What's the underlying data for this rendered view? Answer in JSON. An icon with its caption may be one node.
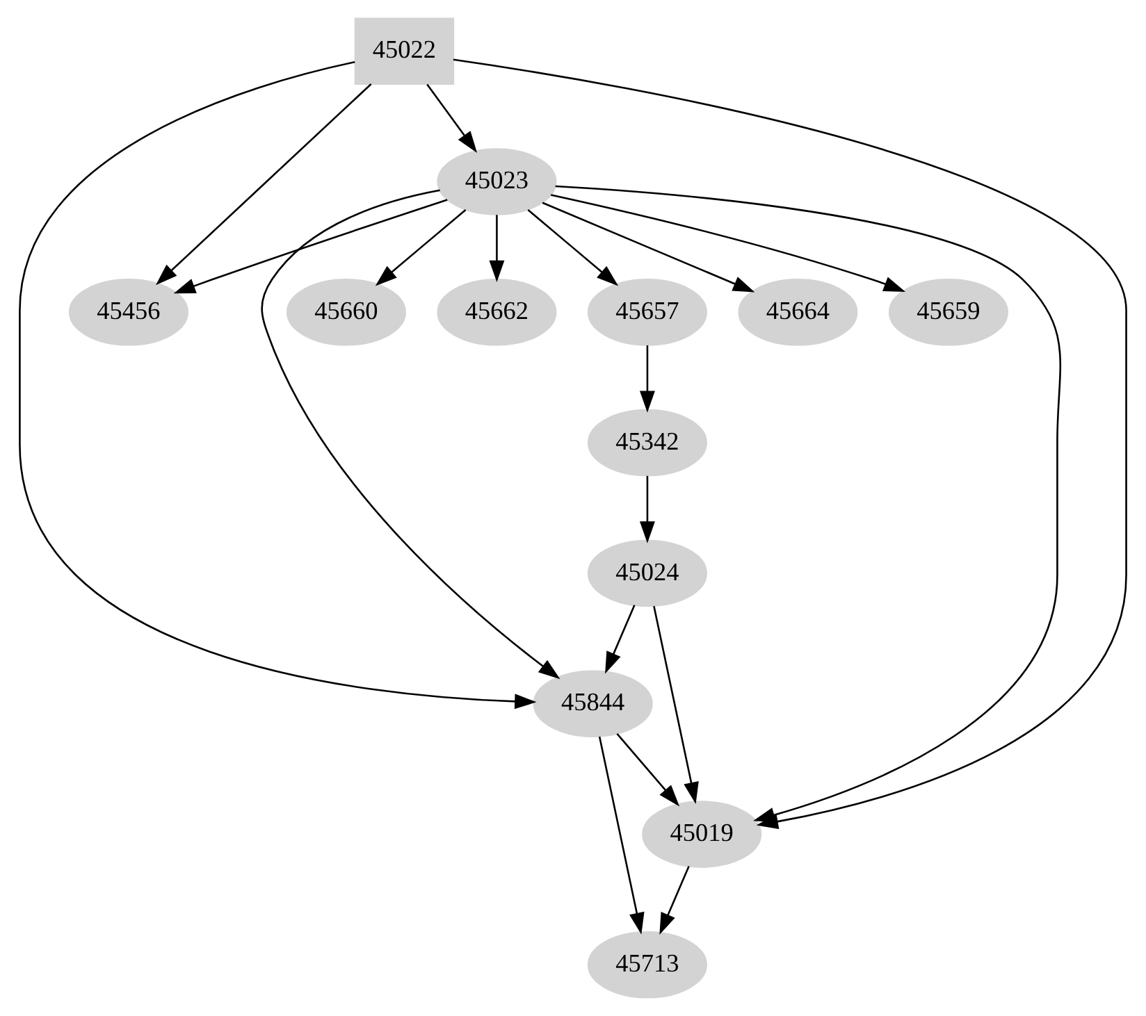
{
  "diagram": {
    "nodes": [
      {
        "text": [
          "45022"
        ]
      },
      {
        "text": [
          "45023"
        ]
      },
      {
        "text": [
          "45456"
        ]
      },
      {
        "text": [
          "45659"
        ]
      },
      {
        "text": [
          "45660"
        ]
      },
      {
        "text": [
          "45662"
        ]
      },
      {
        "text": [
          "45664"
        ]
      },
      {
        "text": [
          "45657"
        ]
      },
      {
        "text": [
          "45342"
        ]
      },
      {
        "text": [
          "45024"
        ]
      },
      {
        "text": [
          "45844"
        ]
      },
      {
        "text": [
          "45019"
        ]
      },
      {
        "text": [
          "45713"
        ]
      }
    ],
    "edges": [
      {
        "from": 0,
        "to": 1,
        "arrow": "to"
      },
      {
        "from": 0,
        "to": 2,
        "arrow": "to"
      },
      {
        "from": 0,
        "to": 11,
        "arrow": "to"
      },
      {
        "from": 0,
        "to": 10,
        "arrow": "to"
      },
      {
        "from": 1,
        "to": 2,
        "arrow": "to"
      },
      {
        "from": 1,
        "to": 3,
        "arrow": "to"
      },
      {
        "from": 1,
        "to": 4,
        "arrow": "to"
      },
      {
        "from": 1,
        "to": 5,
        "arrow": "to"
      },
      {
        "from": 1,
        "to": 6,
        "arrow": "to"
      },
      {
        "from": 1,
        "to": 7,
        "arrow": "to"
      },
      {
        "from": 1,
        "to": 11,
        "arrow": "to"
      },
      {
        "from": 1,
        "to": 10,
        "arrow": "to"
      },
      {
        "from": 7,
        "to": 8,
        "arrow": "to"
      },
      {
        "from": 8,
        "to": 9,
        "arrow": "to"
      },
      {
        "from": 9,
        "to": 10,
        "arrow": "to"
      },
      {
        "from": 9,
        "to": 11,
        "arrow": "to"
      },
      {
        "from": 10,
        "to": 11,
        "arrow": "to"
      },
      {
        "from": 10,
        "to": 12,
        "arrow": "to"
      },
      {
        "from": 11,
        "to": 12,
        "arrow": "to"
      }
    ]
  }
}
